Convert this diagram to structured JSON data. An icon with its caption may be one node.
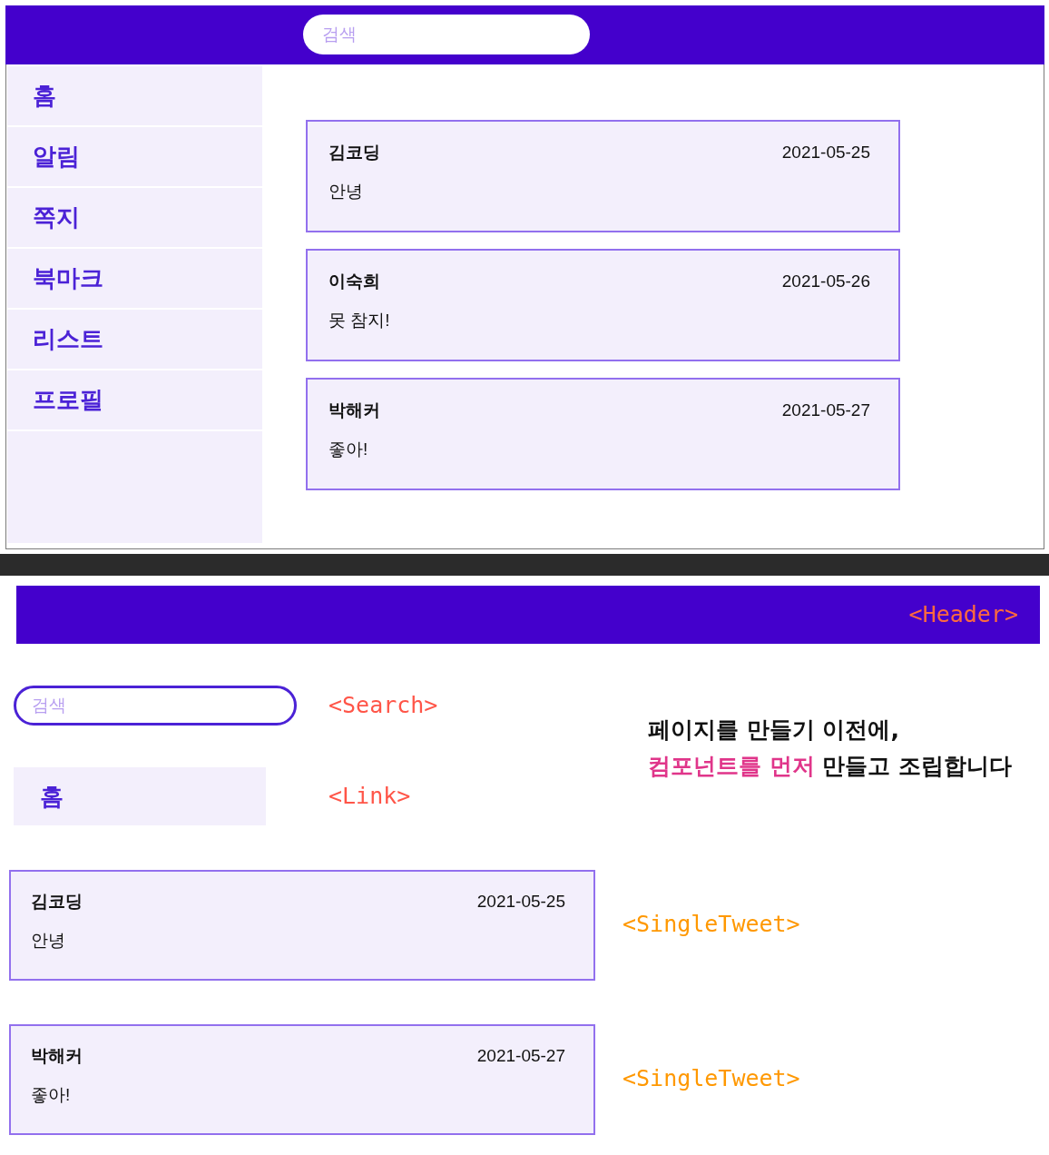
{
  "diagram": {
    "nodes": [
      {
        "text": [],
        "shape": "bar"
      },
      {
        "text": [
          "검색"
        ],
        "in": 0
      },
      {
        "text": [
          "홈"
        ]
      },
      {
        "text": [
          "알림"
        ]
      },
      {
        "text": [
          "쪽지"
        ]
      },
      {
        "text": [
          "북마크"
        ]
      },
      {
        "text": [
          "리스트"
        ]
      },
      {
        "text": [
          "프로필"
        ]
      },
      {
        "text": [
          "김코딩",
          "2021-05-25",
          "안녕"
        ]
      },
      {
        "text": [
          "이숙희",
          "2021-05-26",
          "못 참지!"
        ]
      },
      {
        "text": [
          "박해커",
          "2021-05-27",
          "좋아!"
        ]
      },
      {
        "text": [],
        "shape": "bar"
      },
      {
        "text": [
          "<Header>"
        ]
      },
      {
        "text": [
          "검색"
        ],
        "beside": [
          "<Search>"
        ]
      },
      {
        "text": [
          "홈"
        ],
        "beside": [
          "<Link>"
        ]
      },
      {
        "text": [
          "김코딩",
          "2021-05-25",
          "안녕"
        ],
        "beside": [
          "<SingleTweet>"
        ]
      },
      {
        "text": [
          "박해커",
          "2021-05-27",
          "좋아!"
        ],
        "beside": [
          "<SingleTweet>"
        ]
      }
    ],
    "labels": [
      "페이지를 만들기 이전에,",
      "컴포넌트를 먼저",
      "만들고 조립합니다"
    ]
  }
}
